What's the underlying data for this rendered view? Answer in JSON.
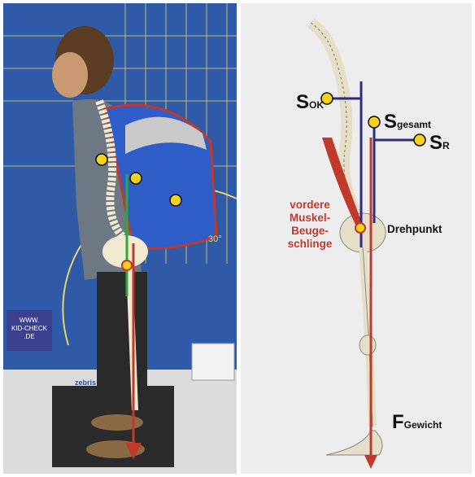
{
  "photo": {
    "badge_lines": [
      "WWW.",
      "KID-CHECK",
      ".DE"
    ],
    "ruler_label": "30°",
    "plate_brand": "zebris"
  },
  "diagram": {
    "s_ok_main": "S",
    "s_ok_sub": "OK",
    "s_gesamt_main": "S",
    "s_gesamt_sub": "gesamt",
    "s_r_main": "S",
    "s_r_sub": "R",
    "drehpunkt": "Drehpunkt",
    "muscle_lines": [
      "vordere",
      "Muskel-",
      "Beuge-",
      "schlinge"
    ],
    "f_main": "F",
    "f_sub": "Gewicht"
  },
  "colors": {
    "photo_bg": "#2f5aa8",
    "diagram_bg": "#ededed",
    "force_arrow": "#c0392b",
    "lever_lines": "#2e2a8c",
    "marker_yellow": "#f3d21b"
  }
}
